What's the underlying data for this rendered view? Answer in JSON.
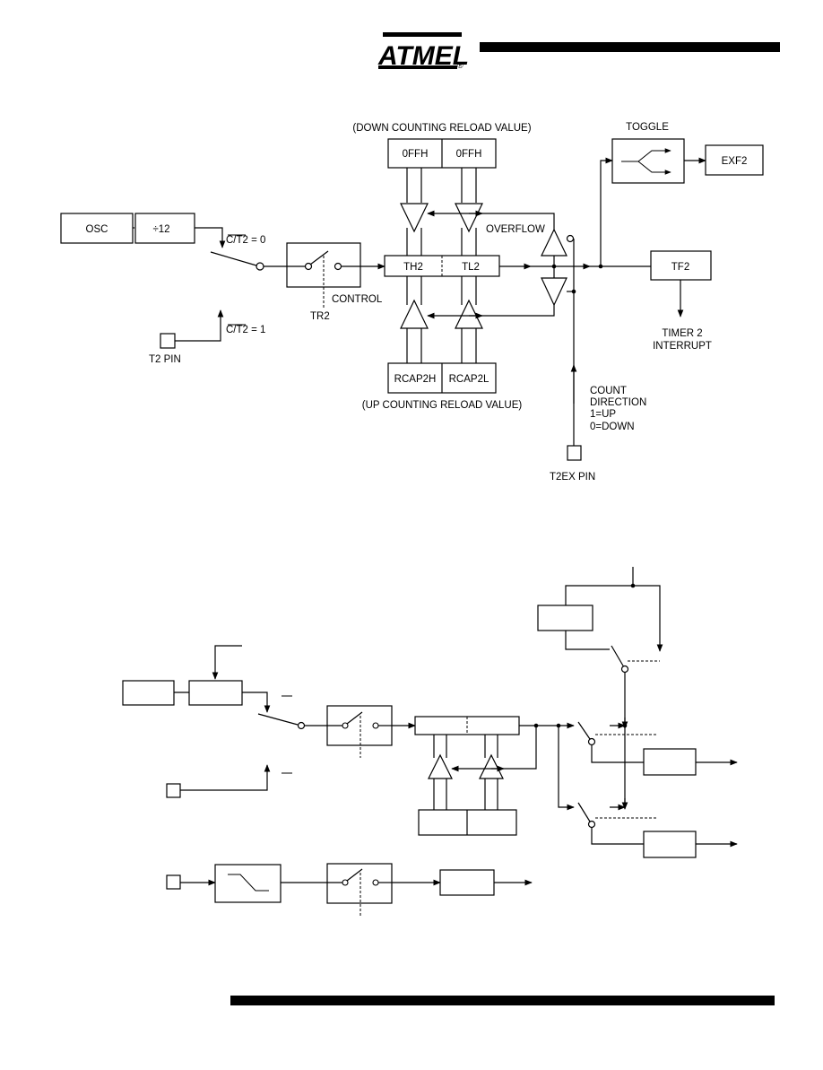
{
  "header": {
    "logo_text": "ATMEL",
    "logo_mark": "®"
  },
  "diagram1": {
    "osc": "OSC",
    "divider": "÷12",
    "ct2_zero": "C/T2 = 0",
    "ct2_one": "C/T2 = 1",
    "control": "CONTROL",
    "tr2": "TR2",
    "t2_pin": "T2 PIN",
    "down_reload": "(DOWN COUNTING RELOAD VALUE)",
    "up_reload": "(UP COUNTING RELOAD VALUE)",
    "off_h": "0FFH",
    "off_l": "0FFH",
    "th2": "TH2",
    "tl2": "TL2",
    "rcap2h": "RCAP2H",
    "rcap2l": "RCAP2L",
    "overflow": "OVERFLOW",
    "toggle": "TOGGLE",
    "exf2": "EXF2",
    "tf2": "TF2",
    "timer2_line1": "TIMER 2",
    "timer2_line2": "INTERRUPT",
    "count_line1": "COUNT",
    "count_line2": "DIRECTION",
    "count_line3": "1=UP",
    "count_line4": "0=DOWN",
    "t2ex_pin": "T2EX PIN"
  }
}
